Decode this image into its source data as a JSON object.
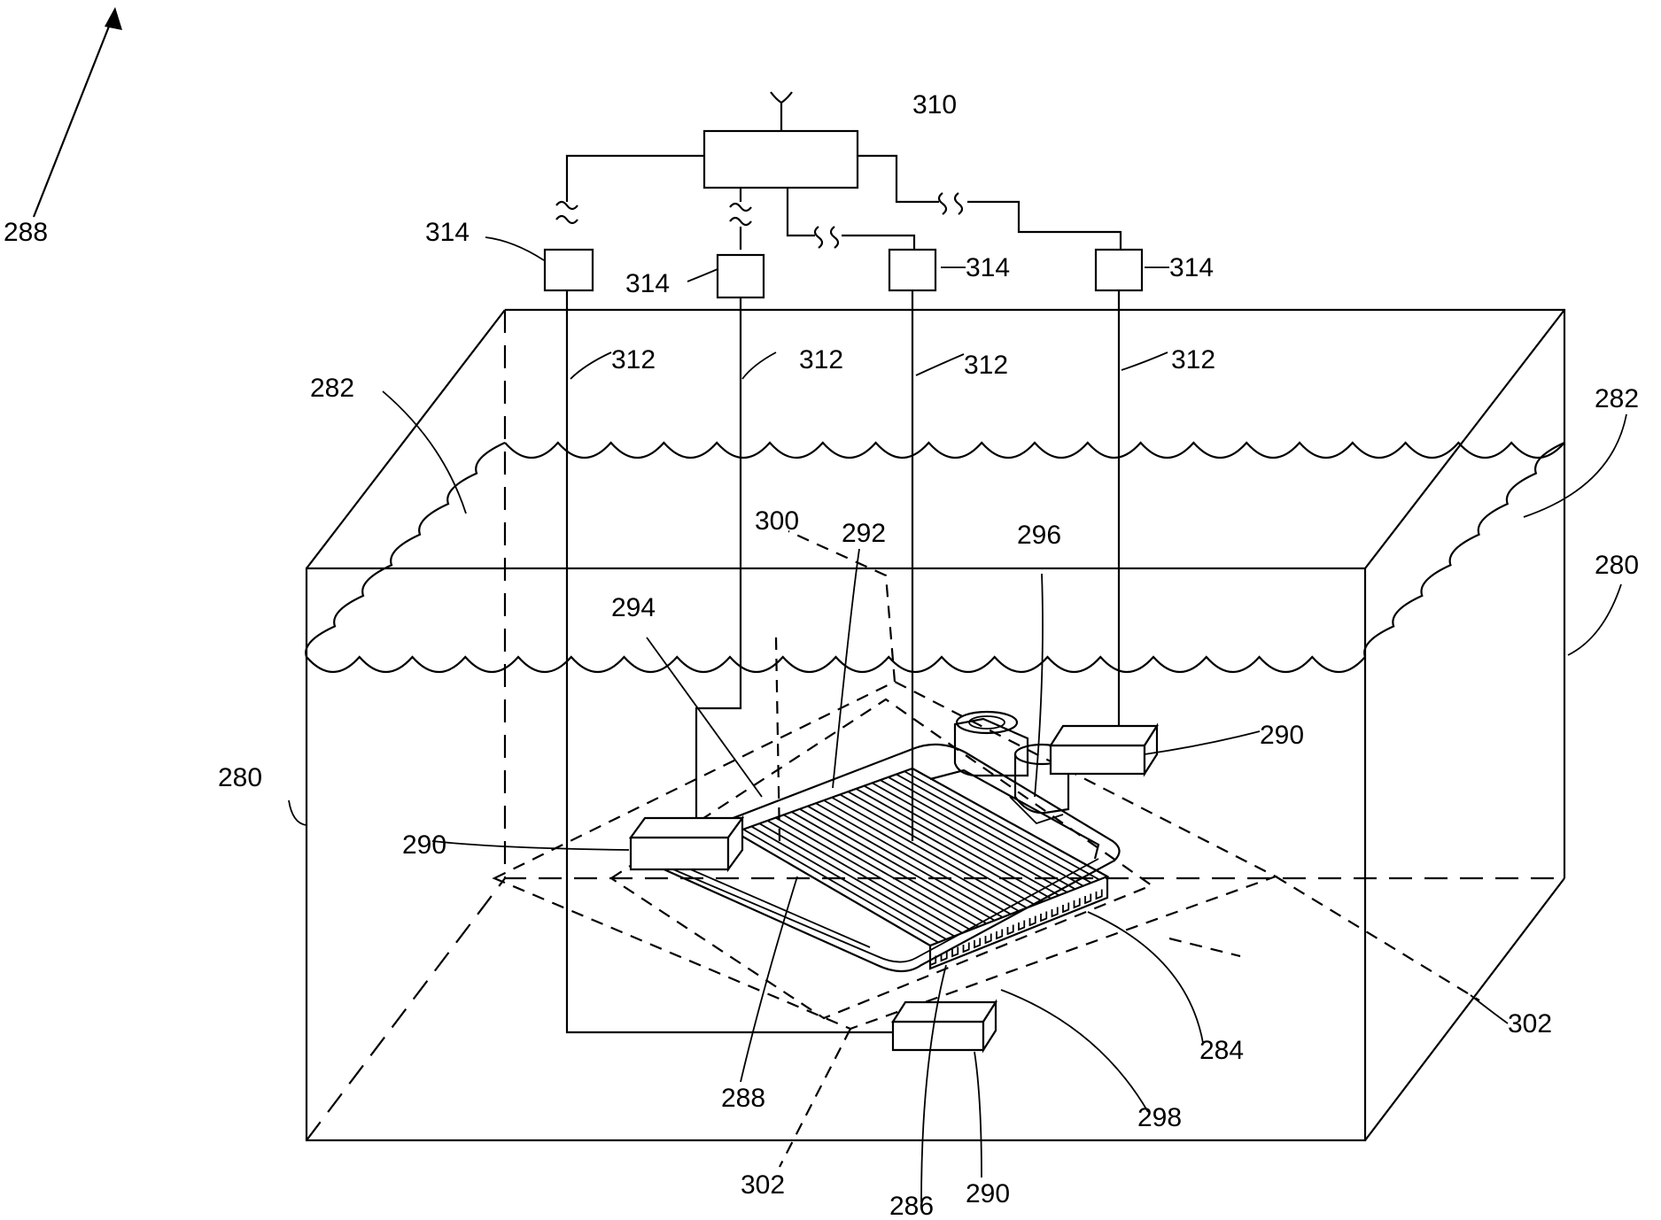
{
  "labels": {
    "l280": "280",
    "l282": "282",
    "l284": "284",
    "l286": "286",
    "l288": "288",
    "l290": "290",
    "l292": "292",
    "l294": "294",
    "l296": "296",
    "l298": "298",
    "l300": "300",
    "l302": "302",
    "l310": "310",
    "l312": "312",
    "l314": "314"
  }
}
